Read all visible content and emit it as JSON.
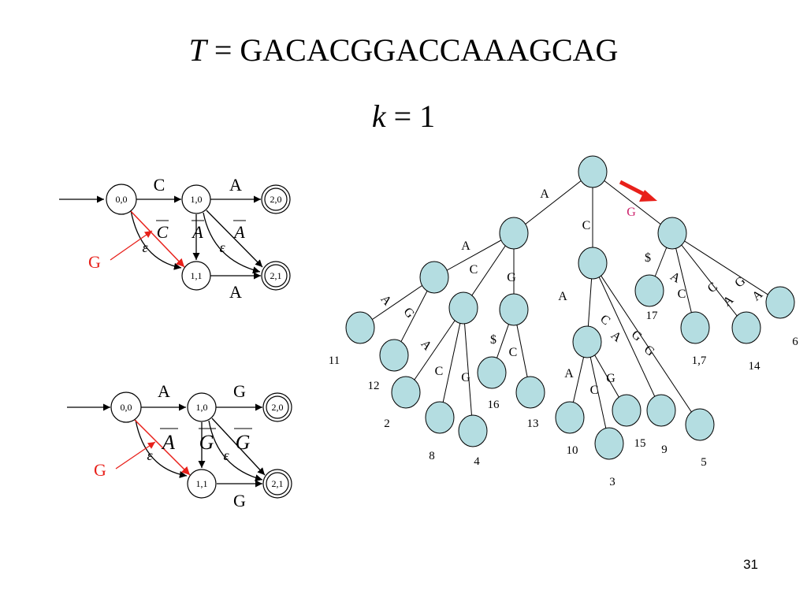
{
  "slide": {
    "title_var": "T",
    "title_eq": " = ",
    "title_text": "GACACGGACCAAAGCAG",
    "k_var": "k",
    "k_eq": " = ",
    "k_val": "1",
    "page_number": "31"
  },
  "colors": {
    "node_fill": "#b4dde1",
    "highlight": "#e8201a",
    "label_red": "#e8201a",
    "label_pink": "#cc1f6a",
    "stroke": "#000000"
  },
  "automaton_top": {
    "states": [
      "0,0",
      "1,0",
      "2,0",
      "1,1",
      "2,1"
    ],
    "accepting": [
      "2,0",
      "2,1"
    ],
    "labels": {
      "c": "C",
      "a1": "A",
      "cbar": "C",
      "abar1": "A",
      "abar2": "A",
      "eps1": "ε",
      "eps2": "ε",
      "a2": "A"
    },
    "input_letter": "G"
  },
  "automaton_bottom": {
    "states": [
      "0,0",
      "1,0",
      "2,0",
      "1,1",
      "2,1"
    ],
    "accepting": [
      "2,0",
      "2,1"
    ],
    "labels": {
      "a": "A",
      "g1": "G",
      "abar": "A",
      "gbar1": "G",
      "gbar2": "G",
      "eps1": "ε",
      "eps2": "ε",
      "g2": "G"
    },
    "input_letter": "G"
  },
  "tree": {
    "edge_labels": [
      "A",
      "C",
      "G",
      "A",
      "C",
      "G",
      "A",
      "G",
      "A",
      "C",
      "G",
      "$",
      "C",
      "A",
      "C",
      "A",
      "G",
      "G",
      "A",
      "C",
      "G",
      "$",
      "A",
      "C",
      "C",
      "A",
      "G",
      "A"
    ],
    "leaf_labels": [
      "11",
      "12",
      "2",
      "8",
      "4",
      "16",
      "13",
      "10",
      "3",
      "15",
      "9",
      "5",
      "17",
      "1,7",
      "14",
      "6"
    ]
  }
}
